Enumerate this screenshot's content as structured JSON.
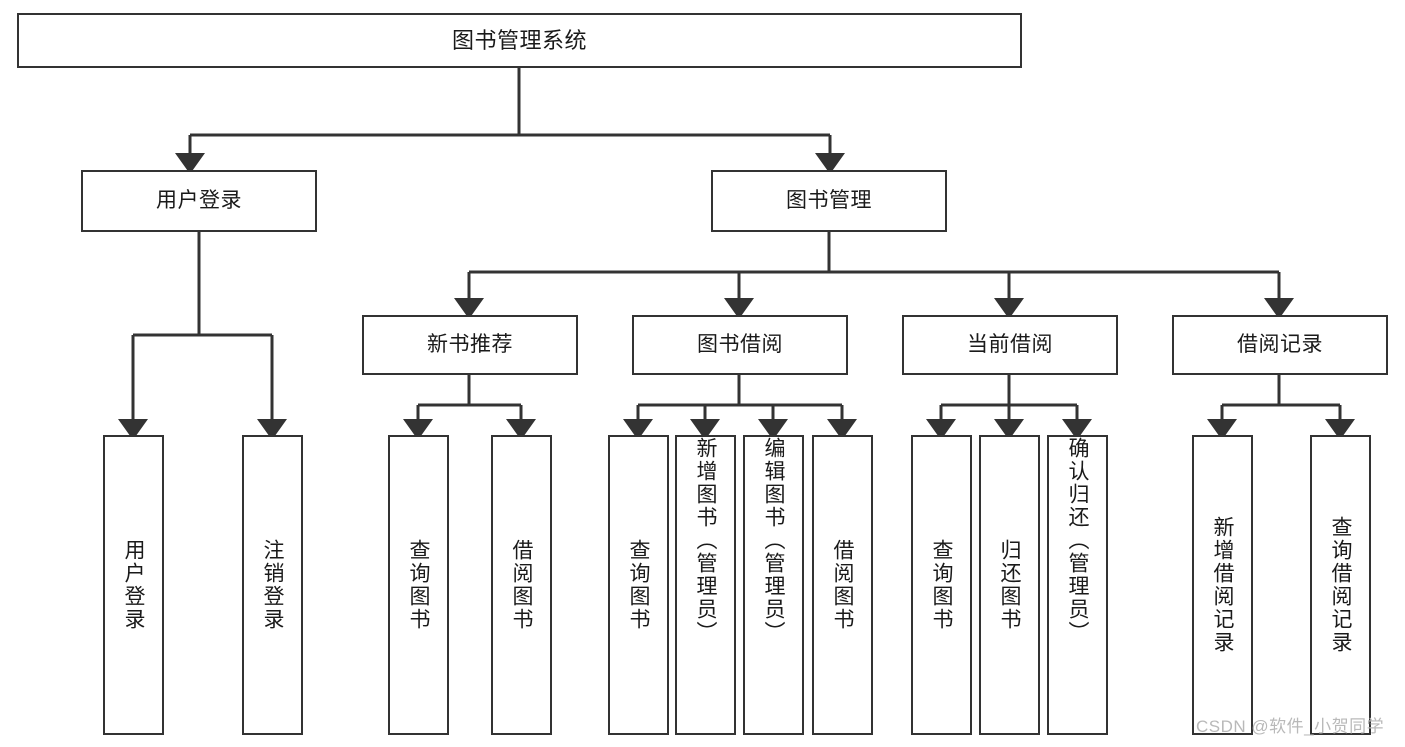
{
  "diagram": {
    "title": "图书管理系统",
    "type": "tree",
    "colors": {
      "stroke": "#333333",
      "box_fill": "#ffffff",
      "text": "#1a1a1a",
      "watermark": "#b9b9b9"
    },
    "nodes": {
      "root": {
        "label": "图书管理系统"
      },
      "level2": [
        {
          "id": "user-login",
          "label": "用户登录"
        },
        {
          "id": "book-manage",
          "label": "图书管理"
        }
      ],
      "level3": [
        {
          "id": "new-book-recommend",
          "label": "新书推荐"
        },
        {
          "id": "book-borrow",
          "label": "图书借阅"
        },
        {
          "id": "current-borrow",
          "label": "当前借阅"
        },
        {
          "id": "borrow-record",
          "label": "借阅记录"
        }
      ],
      "leaves": {
        "user_login": [
          {
            "id": "leaf-user-login",
            "label": "用户登录"
          },
          {
            "id": "leaf-logout",
            "label": "注销登录"
          }
        ],
        "new_book_recommend": [
          {
            "id": "leaf-query-book-1",
            "label": "查询图书"
          },
          {
            "id": "leaf-borrow-book-1",
            "label": "借阅图书"
          }
        ],
        "book_borrow": [
          {
            "id": "leaf-query-book-2",
            "label": "查询图书"
          },
          {
            "id": "leaf-add-book",
            "label": "新增图书（管理员）"
          },
          {
            "id": "leaf-edit-book",
            "label": "编辑图书（管理员）"
          },
          {
            "id": "leaf-borrow-book-2",
            "label": "借阅图书"
          }
        ],
        "current_borrow": [
          {
            "id": "leaf-query-book-3",
            "label": "查询图书"
          },
          {
            "id": "leaf-return-book",
            "label": "归还图书"
          },
          {
            "id": "leaf-confirm-return",
            "label": "确认归还（管理员）"
          }
        ],
        "borrow_record": [
          {
            "id": "leaf-add-record",
            "label": "新增借阅记录"
          },
          {
            "id": "leaf-query-record",
            "label": "查询借阅记录"
          }
        ]
      }
    },
    "watermark": "CSDN @软件_小贺同学"
  }
}
